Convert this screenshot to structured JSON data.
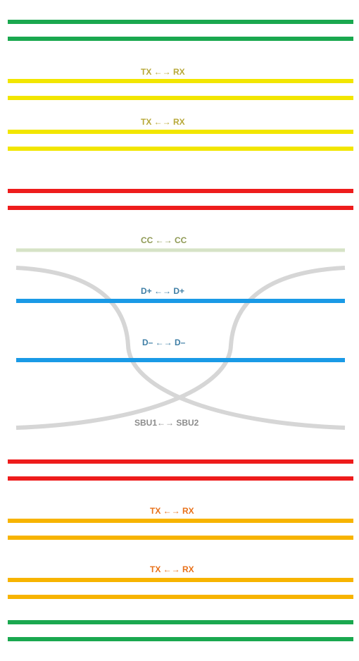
{
  "colors": {
    "green": "#1aa84f",
    "yellow": "#f2e600",
    "red": "#ee1c1c",
    "cc_line": "#d6e3c6",
    "blue": "#1a9ae6",
    "sbu_gray": "#d6d6d6",
    "orange": "#f7b400",
    "label_olive": "#b8a93a",
    "label_cc": "#8f9a55",
    "label_blue": "#3f7fa6",
    "label_gray": "#8c8c8c",
    "label_orange": "#e8721b"
  },
  "labels": {
    "tx_rx_1": "TX  ←→ RX",
    "tx_rx_2": "TX  ←→ RX",
    "cc": "CC  ←→ CC",
    "dplus": "D+  ←→ D+",
    "dminus": "D–  ←→ D–",
    "sbu": "SBU1←→ SBU2",
    "tx_rx_3": "TX  ←→ RX",
    "tx_rx_4": "TX  ←→ RX"
  }
}
